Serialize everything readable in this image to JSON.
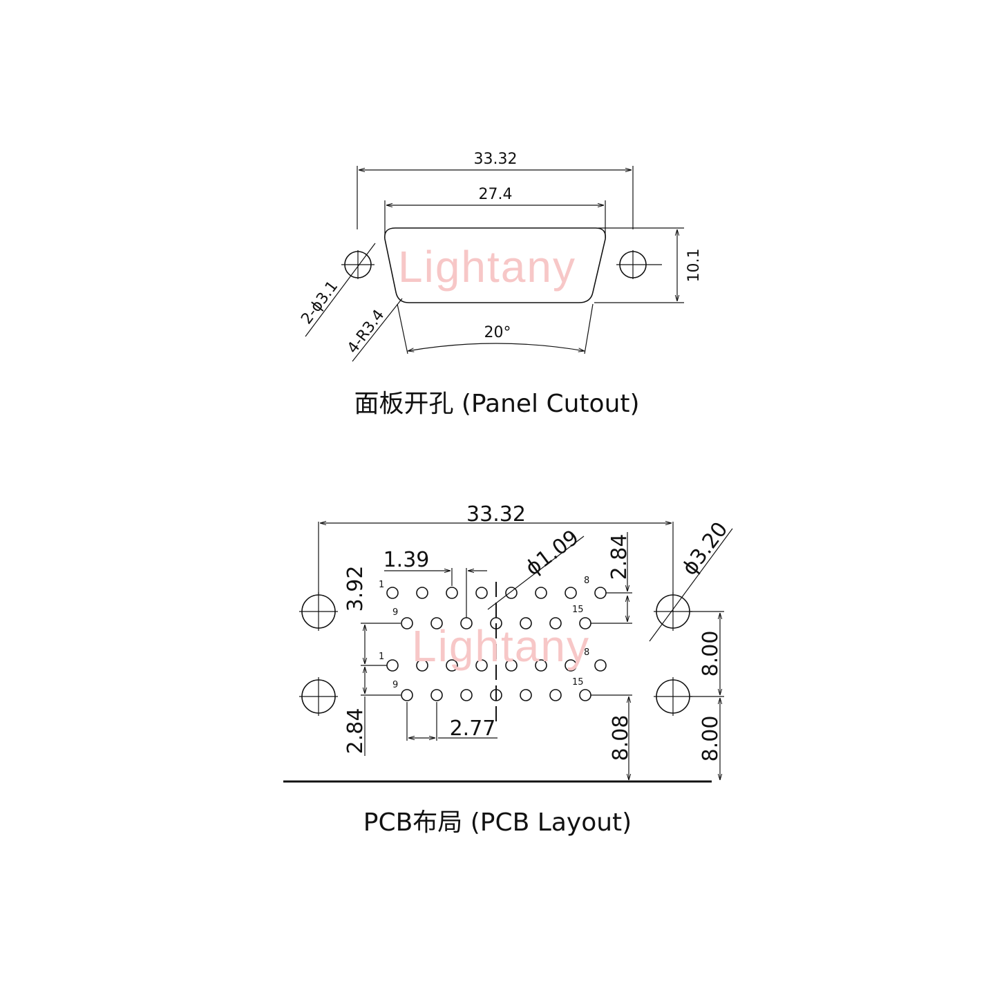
{
  "watermark": "Lightany",
  "panel": {
    "caption": "面板开孔 (Panel Cutout)",
    "dims": {
      "overall_width": "33.32",
      "shell_width": "27.4",
      "height": "10.1",
      "hole": "2-ϕ3.1",
      "radius": "4-R3.4",
      "angle": "20°"
    }
  },
  "pcb": {
    "caption": "PCB布局 (PCB Layout)",
    "dims": {
      "overall_width": "33.32",
      "pin_offset": "1.39",
      "pin_dia": "ϕ1.09",
      "mount_dia": "ϕ3.20",
      "row_pitch_top": "2.84",
      "row_offset_left": "3.92",
      "row_pitch_bottom": "2.84",
      "pin_pitch": "2.77",
      "edge_dist": "8.08",
      "mount_pitch_top": "8.00",
      "mount_pitch_bottom": "8.00"
    },
    "pin_labels": {
      "top_a_start": "1",
      "top_a_end": "8",
      "top_b_start": "9",
      "top_b_end": "15",
      "bot_a_start": "1",
      "bot_a_end": "8",
      "bot_b_start": "9",
      "bot_b_end": "15"
    }
  }
}
